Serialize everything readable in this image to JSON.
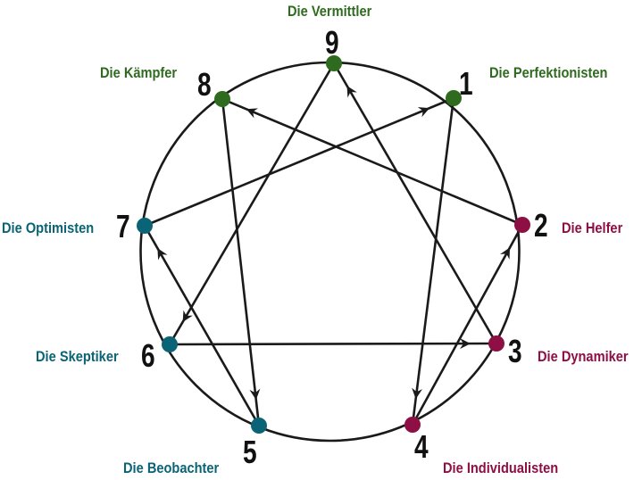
{
  "colors": {
    "green": "#2e6b1f",
    "teal": "#0a6475",
    "crimson": "#8e0f44",
    "stroke": "#1a1a1a"
  },
  "types": [
    {
      "id": 1,
      "number": "1",
      "label": "Die Perfektionisten",
      "group": "green"
    },
    {
      "id": 2,
      "number": "2",
      "label": "Die Helfer",
      "group": "crimson"
    },
    {
      "id": 3,
      "number": "3",
      "label": "Die Dynamiker",
      "group": "crimson"
    },
    {
      "id": 4,
      "number": "4",
      "label": "Die Individualisten",
      "group": "crimson"
    },
    {
      "id": 5,
      "number": "5",
      "label": "Die Beobachter",
      "group": "teal"
    },
    {
      "id": 6,
      "number": "6",
      "label": "Die Skeptiker",
      "group": "teal"
    },
    {
      "id": 7,
      "number": "7",
      "label": "Die Optimisten",
      "group": "teal"
    },
    {
      "id": 8,
      "number": "8",
      "label": "Die Kämpfer",
      "group": "green"
    },
    {
      "id": 9,
      "number": "9",
      "label": "Die Vermittler",
      "group": "green"
    }
  ],
  "arrows": [
    {
      "from": 1,
      "to": 4
    },
    {
      "from": 4,
      "to": 2
    },
    {
      "from": 2,
      "to": 8
    },
    {
      "from": 8,
      "to": 5
    },
    {
      "from": 5,
      "to": 7
    },
    {
      "from": 7,
      "to": 1
    },
    {
      "from": 9,
      "to": 6
    },
    {
      "from": 6,
      "to": 3
    },
    {
      "from": 3,
      "to": 9
    }
  ]
}
